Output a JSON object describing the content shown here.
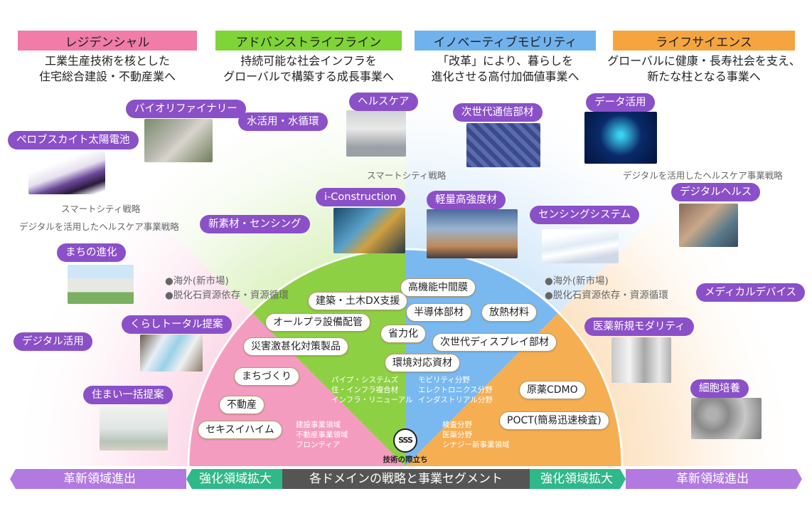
{
  "domains": [
    {
      "title": "レジデンシャル",
      "desc": "工業生産技術を核とした\n住宅総合建設・不動産業へ",
      "color": "#f07ca7"
    },
    {
      "title": "アドバンストライフライン",
      "desc": "持続可能な社会インフラを\nグローバルで構築する成長事業へ",
      "color": "#7fd437"
    },
    {
      "title": "イノベーティブモビリティ",
      "desc": "「改革」により、暮らしを\n進化させる高付加価値事業へ",
      "color": "#6fb2ee"
    },
    {
      "title": "ライフサイエンス",
      "desc": "グローバルに健康・長寿社会を支え、\n新たな柱となる事業へ",
      "color": "#f6a440"
    }
  ],
  "outer_pills": {
    "perovskite": "ペロブスカイト太陽電池",
    "biorefinery": "バイオリファイナリー",
    "water": "水活用・水循環",
    "healthcare": "ヘルスケア",
    "next_comm": "次世代通信部材",
    "data_use": "データ活用",
    "machi": "まちの進化",
    "kurashi": "くらしトータル提案",
    "digital_use": "デジタル活用",
    "sumai": "住まい一括提案",
    "new_material": "新素材・センシング",
    "iconstruction": "i-Construction",
    "lightweight": "軽量高強度材",
    "sensing_system": "センシングシステム",
    "digital_health": "デジタルヘルス",
    "medical_device": "メディカルデバイス",
    "drug_modality": "医薬新規モダリティ",
    "cell_culture": "細胞培養"
  },
  "notes": {
    "smart_city_center": "スマートシティ戦略",
    "digital_health_right": "デジタルを活用したヘルスケア事業戦略",
    "smart_city_left": "スマートシティ戦略",
    "digital_health_left": "デジタルを活用したヘルスケア事業戦略"
  },
  "bullets_left": [
    "●海外(新市場)",
    "●脱化石資源依存・資源循環"
  ],
  "bullets_right": [
    "●海外(新市場)",
    "●脱化石資源依存・資源循環"
  ],
  "inner_tags": {
    "kenchiku": "建築・土木DX支援",
    "koukinou": "高機能中間膜",
    "handoutai": "半導体部材",
    "hounetsu": "放熱材料",
    "allpla": "オールプラ設備配管",
    "shouryoku": "省力化",
    "display": "次世代ディスプレイ部材",
    "saigai": "災害激甚化対策製品",
    "kankyo": "環境対応資材",
    "machizukuri": "まちづくり",
    "fudousan": "不動産",
    "sekisui_haim": "セキスイハイム",
    "genyaku": "原薬CDMO",
    "poct": "POCT(簡易迅速検査)"
  },
  "segments": {
    "pipe": "パイプ・システムズ\n住・インフラ複合材\nインフラ・リニューアル",
    "mobility": "モビリティ分野\nエレクトロニクス分野\nインダストリアル分野",
    "housing": "建設事業領域\n不動産事業領域\nフロンティア",
    "medical": "検査分野\n医薬分野\nシナジー新事業領域"
  },
  "logo": {
    "mark": "SSS",
    "caption": "技術の際立ち"
  },
  "bottom_bar": {
    "left_new": "革新領域進出",
    "left_strengthen": "強化領域拡大",
    "center": "各ドメインの戦略と事業セグメント",
    "right_strengthen": "強化領域拡大",
    "right_new": "革新領域進出"
  },
  "colors": {
    "purple": "#8b50c8",
    "teal": "#2fb88a",
    "dark_bar": "#555555",
    "light_purple": "#b27ae0"
  }
}
